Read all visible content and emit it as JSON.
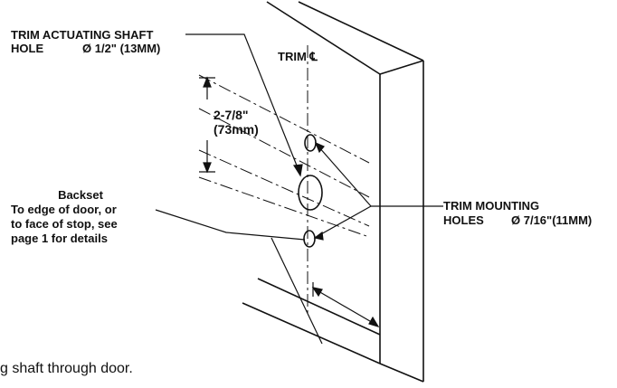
{
  "labels": {
    "shaft_hole_line1": "TRIM ACTUATING SHAFT",
    "shaft_hole_line2": "HOLE",
    "shaft_hole_size": "Ø 1/2\" (13MM)",
    "trim_centerline": "TRIM ℄",
    "spacing_in": "2-7/8\"",
    "spacing_mm": "(73mm)",
    "backset_title": "Backset",
    "backset_line1": "To edge of door, or",
    "backset_line2": "to face of stop, see",
    "backset_line3": "page 1 for details",
    "mounting_line1": "TRIM MOUNTING",
    "mounting_line2": "HOLES",
    "mounting_size": "Ø 7/16\"(11MM)",
    "caption": "g shaft through door."
  }
}
